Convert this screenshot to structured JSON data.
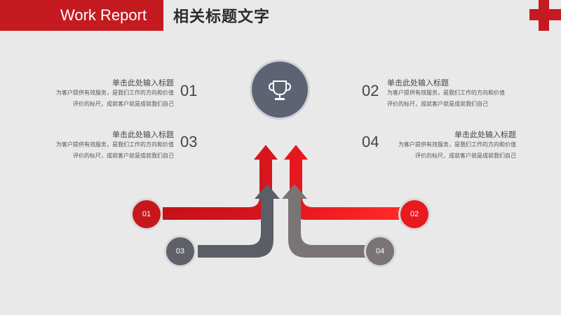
{
  "header": {
    "label": "Work Report",
    "title": "相关标题文字"
  },
  "items": [
    {
      "num": "01",
      "title": "单击此处输入标题",
      "line1": "为客户提供有效服务，是我们工作的方向和价值",
      "line2": "评价的标尺，成就客户就是成就我们自己"
    },
    {
      "num": "02",
      "title": "单击此处输入标题",
      "line1": "为客户提供有效服务，是我们工作的方向和价值",
      "line2": "评价的标尺，成就客户就是成就我们自己"
    },
    {
      "num": "03",
      "title": "单击此处输入标题",
      "line1": "为客户提供有效服务，是我们工作的方向和价值",
      "line2": "评价的标尺，成就客户就是成就我们自己"
    },
    {
      "num": "04",
      "title": "单击此处输入标题",
      "line1": "为客户提供有效服务，是我们工作的方向和价值",
      "line2": "评价的标尺，成就客户就是成就我们自己"
    }
  ],
  "circles": [
    "01",
    "02",
    "03",
    "04"
  ],
  "colors": {
    "accent": "#c51a1f",
    "red_bright": "#e8191f",
    "gray_dark": "#5f6069",
    "gray_mid": "#7a7474",
    "trophy_bg": "#5d6372"
  },
  "icons": {
    "center": "trophy-icon"
  }
}
